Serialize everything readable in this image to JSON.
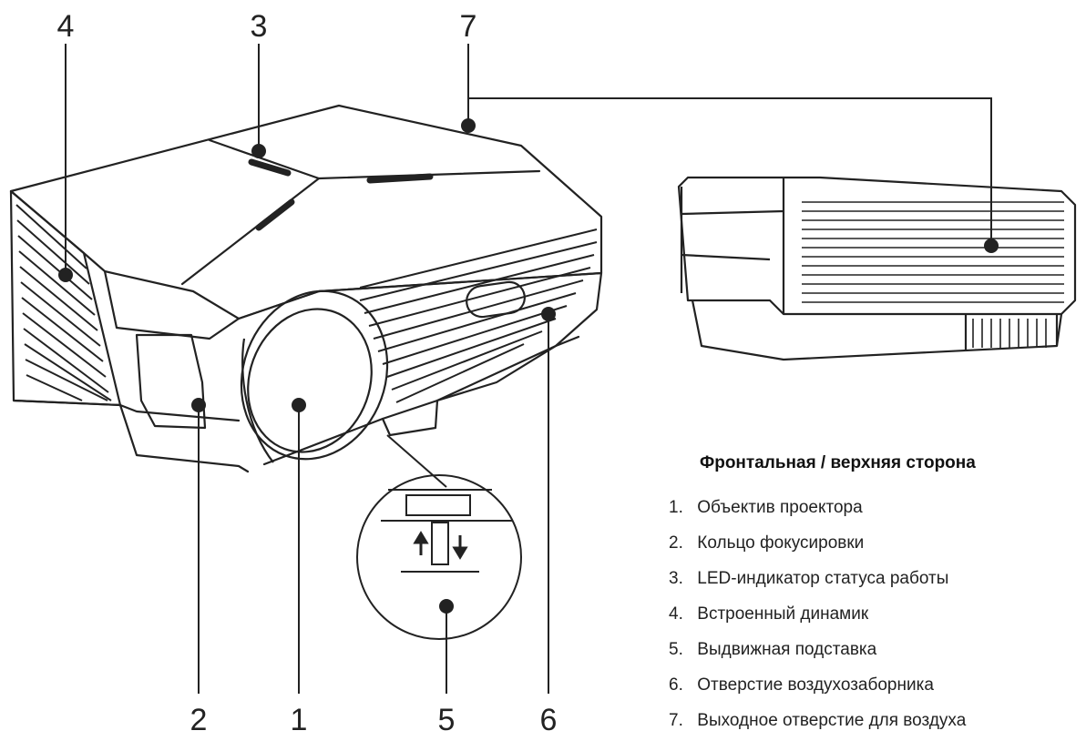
{
  "callouts": {
    "c1": "1",
    "c2": "2",
    "c3": "3",
    "c4": "4",
    "c5": "5",
    "c6": "6",
    "c7": "7"
  },
  "legend": {
    "title": "Фронтальная / верхняя сторона",
    "items": [
      {
        "num": "1.",
        "label": "Объектив проектора"
      },
      {
        "num": "2.",
        "label": "Кольцо фокусировки"
      },
      {
        "num": "3.",
        "label": "LED-индикатор статуса работы"
      },
      {
        "num": "4.",
        "label": "Встроенный динамик"
      },
      {
        "num": "5.",
        "label": "Выдвижная подставка"
      },
      {
        "num": "6.",
        "label": "Отверстие воздухозаборника"
      },
      {
        "num": "7.",
        "label": "Выходное отверстие для воздуха"
      }
    ]
  },
  "colors": {
    "line": "#222222",
    "background": "#ffffff"
  }
}
